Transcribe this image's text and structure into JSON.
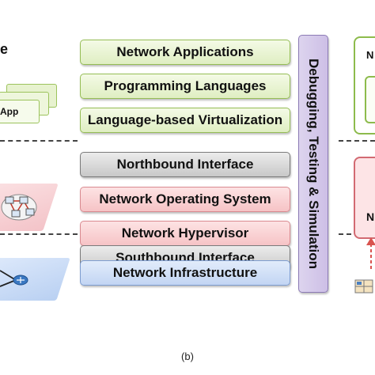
{
  "left_panel": {
    "partial_label": "e",
    "app_label": "App"
  },
  "layers": [
    {
      "id": "network-applications",
      "label": "Network Applications",
      "color": "green"
    },
    {
      "id": "programming-languages",
      "label": "Programming Languages",
      "color": "green"
    },
    {
      "id": "language-based-virtualization",
      "label": "Language-based Virtualization",
      "color": "green"
    },
    {
      "id": "northbound-interface",
      "label": "Northbound Interface",
      "color": "gray"
    },
    {
      "id": "network-operating-system",
      "label": "Network Operating System",
      "color": "red"
    },
    {
      "id": "network-hypervisor",
      "label": "Network Hypervisor",
      "color": "red"
    },
    {
      "id": "southbound-interface",
      "label": "Southbound Interface",
      "color": "gray"
    },
    {
      "id": "network-infrastructure",
      "label": "Network Infrastructure",
      "color": "blue"
    }
  ],
  "side_bar": {
    "label": "Debugging, Testing & Simulation"
  },
  "right_panel": {
    "top_letter": "N",
    "mid_letter": "N"
  },
  "caption": "(b)",
  "colors": {
    "green_fill": "#dfeec2",
    "green_border": "#95bd55",
    "gray_fill": "#c8c8c8",
    "red_fill": "#f6c3c6",
    "blue_fill": "#c2d5f3",
    "purple_fill": "#cdbfe6"
  }
}
